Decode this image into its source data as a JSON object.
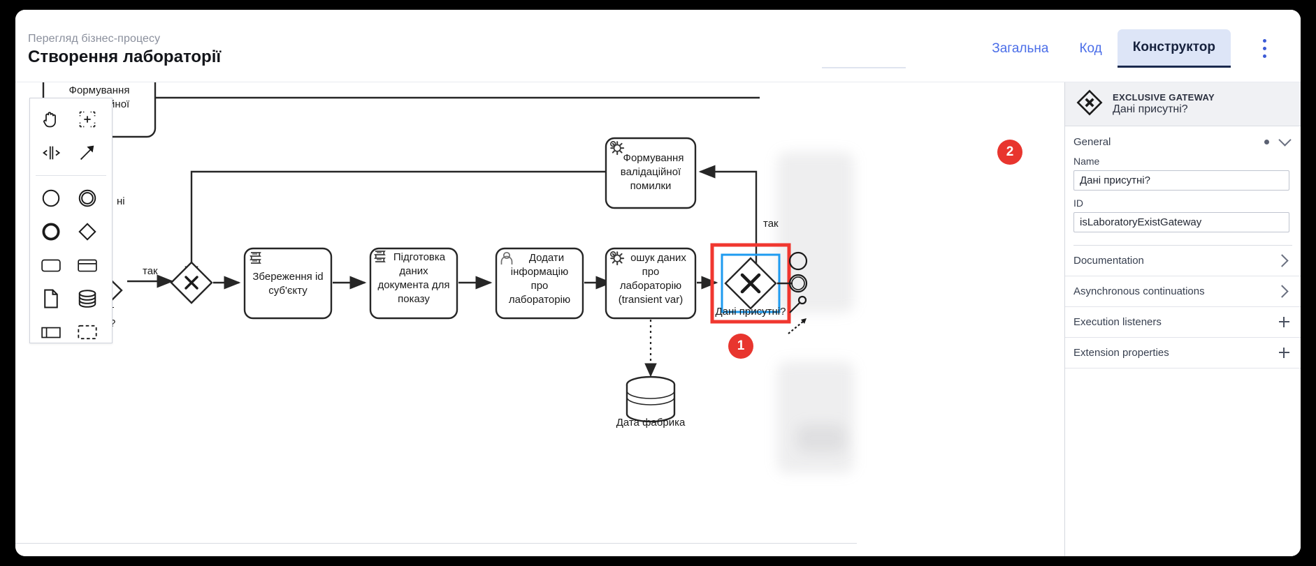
{
  "header": {
    "breadcrumb": "Перегляд бізнес-процесу",
    "title": "Створення лабораторії",
    "tabs": [
      {
        "label": "Загальна",
        "active": false
      },
      {
        "label": "Код",
        "active": false
      },
      {
        "label": "Конструктор",
        "active": true
      }
    ],
    "menu_icon": "kebab-menu-icon",
    "accent": "#4b6ee8",
    "active_tab_bg": "#dde5f7"
  },
  "palette": {
    "tools": [
      {
        "name": "hand-tool-icon",
        "label": "Hand tool"
      },
      {
        "name": "lasso-tool-icon",
        "label": "Lasso tool"
      },
      {
        "name": "space-tool-icon",
        "label": "Space tool"
      },
      {
        "name": "connect-tool-icon",
        "label": "Connect tool"
      },
      {
        "name": "start-event-icon",
        "label": "Start event"
      },
      {
        "name": "intermediate-event-icon",
        "label": "Intermediate event"
      },
      {
        "name": "end-event-icon",
        "label": "End event"
      },
      {
        "name": "gateway-icon",
        "label": "Gateway"
      },
      {
        "name": "task-icon",
        "label": "Task"
      },
      {
        "name": "subprocess-expanded-icon",
        "label": "Expanded subprocess"
      },
      {
        "name": "data-object-icon",
        "label": "Data object"
      },
      {
        "name": "data-store-icon",
        "label": "Data store"
      },
      {
        "name": "participant-icon",
        "label": "Participant"
      },
      {
        "name": "group-icon",
        "label": "Group"
      }
    ]
  },
  "diagram": {
    "elements": [
      {
        "id": "validation-error-top-left",
        "type": "service-task",
        "label": "Формування\nвалідаційної\nпомилки",
        "clipped": true
      },
      {
        "id": "validation-error",
        "type": "service-task",
        "label": "Формування\nвалідаційної\nпомилки"
      },
      {
        "id": "save-subject-id",
        "type": "script-task",
        "label": "Збереження id\nсуб'єкту"
      },
      {
        "id": "prepare-doc-data",
        "type": "script-task",
        "label": "Підготовка\nданих\nдокумента для\nпоказу"
      },
      {
        "id": "add-lab-info",
        "type": "user-task",
        "label": "Додати\nінформацію\nпро\nлабораторію"
      },
      {
        "id": "search-lab-data",
        "type": "service-task",
        "label": "Пошук даних\nпро\nлабораторію\n(transient var)"
      },
      {
        "id": "data-present-gateway",
        "type": "exclusive-gateway",
        "label": "Дані присутні?",
        "selected": true
      },
      {
        "id": "data-store",
        "type": "data-store",
        "label": "Дата фабрика"
      },
      {
        "id": "subject-gateway",
        "type": "exclusive-gateway",
        "label": "...єкт\n...ено?",
        "clipped": true
      }
    ],
    "flow_labels": [
      {
        "id": "flow-no-left",
        "text": "ні"
      },
      {
        "id": "flow-yes-left",
        "text": "так"
      },
      {
        "id": "flow-yes-right",
        "text": "так"
      }
    ],
    "clipped_left_text": "ата"
  },
  "properties": {
    "kind": "EXCLUSIVE GATEWAY",
    "element_name": "Дані присутні?",
    "icon": "exclusive-gateway-icon",
    "general": {
      "title": "General",
      "fields": [
        {
          "label": "Name",
          "value": "Дані присутні?"
        },
        {
          "label": "ID",
          "value": "isLaboratoryExistGateway"
        }
      ]
    },
    "sections": [
      {
        "label": "Documentation",
        "control": "chevron-right"
      },
      {
        "label": "Asynchronous continuations",
        "control": "chevron-right"
      },
      {
        "label": "Execution listeners",
        "control": "plus"
      },
      {
        "label": "Extension properties",
        "control": "plus"
      }
    ]
  },
  "callouts": [
    {
      "id": "callout-1",
      "number": "1",
      "color": "#e8352e"
    },
    {
      "id": "callout-2",
      "number": "2",
      "color": "#e8352e"
    }
  ]
}
